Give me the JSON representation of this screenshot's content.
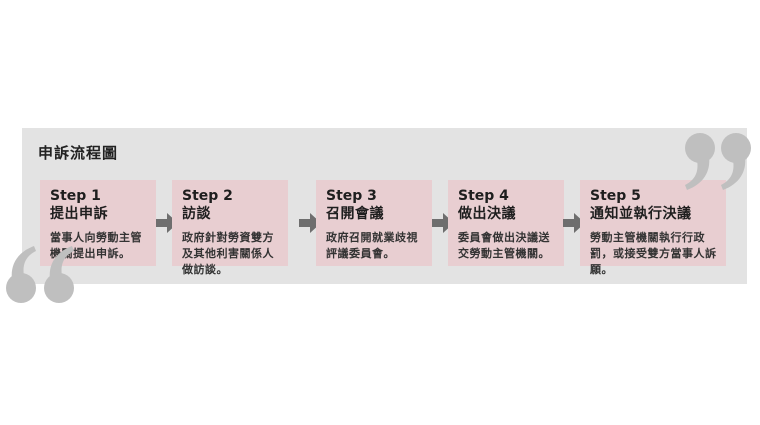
{
  "title": "申訴流程圖",
  "steps": [
    {
      "num": "Step 1",
      "title": "提出申訴",
      "desc": "當事人向勞動主管機關提出申訴。"
    },
    {
      "num": "Step 2",
      "title": "訪談",
      "desc": "政府針對勞資雙方及其他利害關係人做訪談。"
    },
    {
      "num": "Step 3",
      "title": "召開會議",
      "desc": "政府召開就業歧視評議委員會。"
    },
    {
      "num": "Step 4",
      "title": "做出決議",
      "desc": "委員會做出決議送交勞動主管機關。"
    },
    {
      "num": "Step 5",
      "title": "通知並執行決議",
      "desc": "勞動主管機關執行行政罰，或接受雙方當事人訴願。"
    }
  ],
  "colors": {
    "panel": "#e3e3e3",
    "card": "#e8ced1",
    "arrow": "#6e6e6e",
    "quote": "#bfbfbf"
  },
  "icons": {
    "open_quote": "open-quote-icon",
    "close_quote": "close-quote-icon",
    "arrow": "arrow-right-icon"
  }
}
